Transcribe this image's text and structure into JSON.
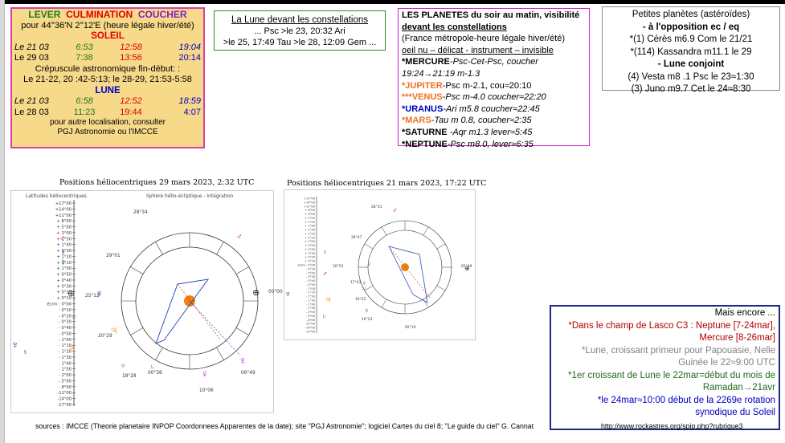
{
  "sun_moon": {
    "h_lever": "LEVER",
    "h_culmination": "CULMINATION",
    "h_coucher": "COUCHER",
    "location": "pour 44°36'N  2°12'E (heure légale hiver/été)",
    "soleil_title": "SOLEIL",
    "soleil_rows": [
      {
        "date": "Le 21 03",
        "lever": "6:53",
        "culm": "12:58",
        "coucher": "19:04"
      },
      {
        "date": "Le 29 03",
        "lever": "7:38",
        "culm": "13:56",
        "coucher": "20:14"
      }
    ],
    "crepuscule_title": "Crépuscule astronomique fin-début: :",
    "crepuscule_text": "Le 21-22, 20 :42-5:13; le 28-29, 21:53-5:58",
    "lune_title": "LUNE",
    "lune_rows": [
      {
        "date": "Le 21 03",
        "lever": "6:58",
        "culm": "12:52",
        "coucher": "18:59"
      },
      {
        "date": "Le 28 03",
        "lever": "11:23",
        "culm": "19:44",
        "coucher": "4:07"
      }
    ],
    "footer_1": "pour autre localisation, consulter",
    "footer_2": "PGJ Astronomie ou l'IMCCE"
  },
  "lune_const": {
    "title": "La Lune devant les constellations",
    "line1": "... Psc >le 23, 20:32 Ari",
    "line2": ">le 25, 17:49 Tau >le 28, 12:09 Gem ..."
  },
  "planetes": {
    "title": "LES PLANETES du soir au matin, visibilité",
    "line2": "devant les constellations",
    "line3": "(France métropole-heure légale hiver/été)",
    "line4": "oeil nu – délicat - instrument – invisible",
    "items": [
      {
        "star": "*",
        "name": "MERCURE",
        "text": "-Psc-Cet-Psc, coucher"
      },
      {
        "star": "",
        "name": "",
        "text": "19:24→21:19 m-1.3"
      },
      {
        "star": "*",
        "name": "JUPITER",
        "text": "-Psc m-2.1, cou≈20:10"
      },
      {
        "star": "***",
        "name": "VENUS",
        "text": "-Psc m-4.0 coucher≈22:20"
      },
      {
        "star": "*",
        "name": "URANUS",
        "text": "-Ari m5.8 coucher≈22:45"
      },
      {
        "star": "*",
        "name": "MARS",
        "text": "-Tau m 0.8, coucher≈2:35"
      },
      {
        "star": "*",
        "name": "SATURNE",
        "text": " -Aqr m1.3 lever≈5:45"
      },
      {
        "star": "*",
        "name": "NEPTUNE",
        "text": "-Psc m8.0, lever≈6:35"
      }
    ]
  },
  "asteroides": {
    "title": "Petites planètes (astéroïdes)",
    "sub1": "- à l'opposition  ec / eq",
    "line1": "*(1) Cérès m6.9 Com le 21/21",
    "line2": "*(114) Kassandra m11.1 le 29",
    "sub2": "- Lune conjoint",
    "line3": "(4) Vesta m8 .1 Psc le 23≈1:30",
    "line4": "(3) Juno m9.7 Cet le 24≈8:30"
  },
  "encore": {
    "title": "Mais encore ...",
    "p1": "*Dans le champ de Lasco C3 : Neptune [7-24mar], Mercure [8-26mar]",
    "p2": "*Lune, croissant primeur pour Papouasie, Nelle Guinée le 22≈9:00 UTC",
    "p3": "*1er croissant de Lune le 22mar=début du mois de Ramadan→21avr",
    "p4": "*le 24mar≈10:00 début de la 2269e rotation synodique du Soleil"
  },
  "chart1": {
    "title": "Positions héliocentriques 29 mars 2023, 2:32 UTC",
    "left_label": "Latitudes héliocentriques",
    "right_label": "Sphère hélio-écliptique - Intégration",
    "ticks": [
      "+17°00",
      "+14°00",
      "+11°00",
      "+ 8°00",
      "+ 5°00",
      "+ 2°00",
      "+ 1°50",
      "+ 1°40",
      "+ 1°30",
      "+ 1°20",
      "+ 1°10",
      "+ 1°00",
      "+ 0°50",
      "+ 0°40",
      "+ 0°30",
      "+ 0°20",
      "+ 0°10",
      "écrm : 0°00",
      "- 0°10",
      "- 0°20",
      "- 0°30",
      "- 0°40",
      "- 0°50",
      "- 1°00",
      "- 1°10",
      "- 1°20",
      "- 1°30",
      "- 1°40",
      "- 1°50",
      "- 2°00",
      "- 5°00",
      "- 8°00",
      "-11°00",
      "-14°00",
      "-17°00"
    ],
    "longitudes": [
      "28°34",
      "29°01",
      "25°12",
      "20°29",
      "18°28",
      "00°38",
      "10°06",
      "06°49",
      "00°00"
    ]
  },
  "chart2": {
    "title": "Positions héliocentriques 21 mars 2023, 17:22 UTC",
    "longitudes": [
      "28°31",
      "28°47",
      "20°53",
      "17°43",
      "16°22",
      "16°23",
      "05°10",
      "05°49"
    ]
  },
  "sources": "sources : IMCCE (Theorie planetaire INPOP Coordonnees Apparentes de la date); site \"PGJ Astronomie\"; logiciel  Cartes du ciel 8; \"Le guide du ciel\" G. Cannat",
  "url": "http://www.rockastres.org/spip.php?rubrique3"
}
